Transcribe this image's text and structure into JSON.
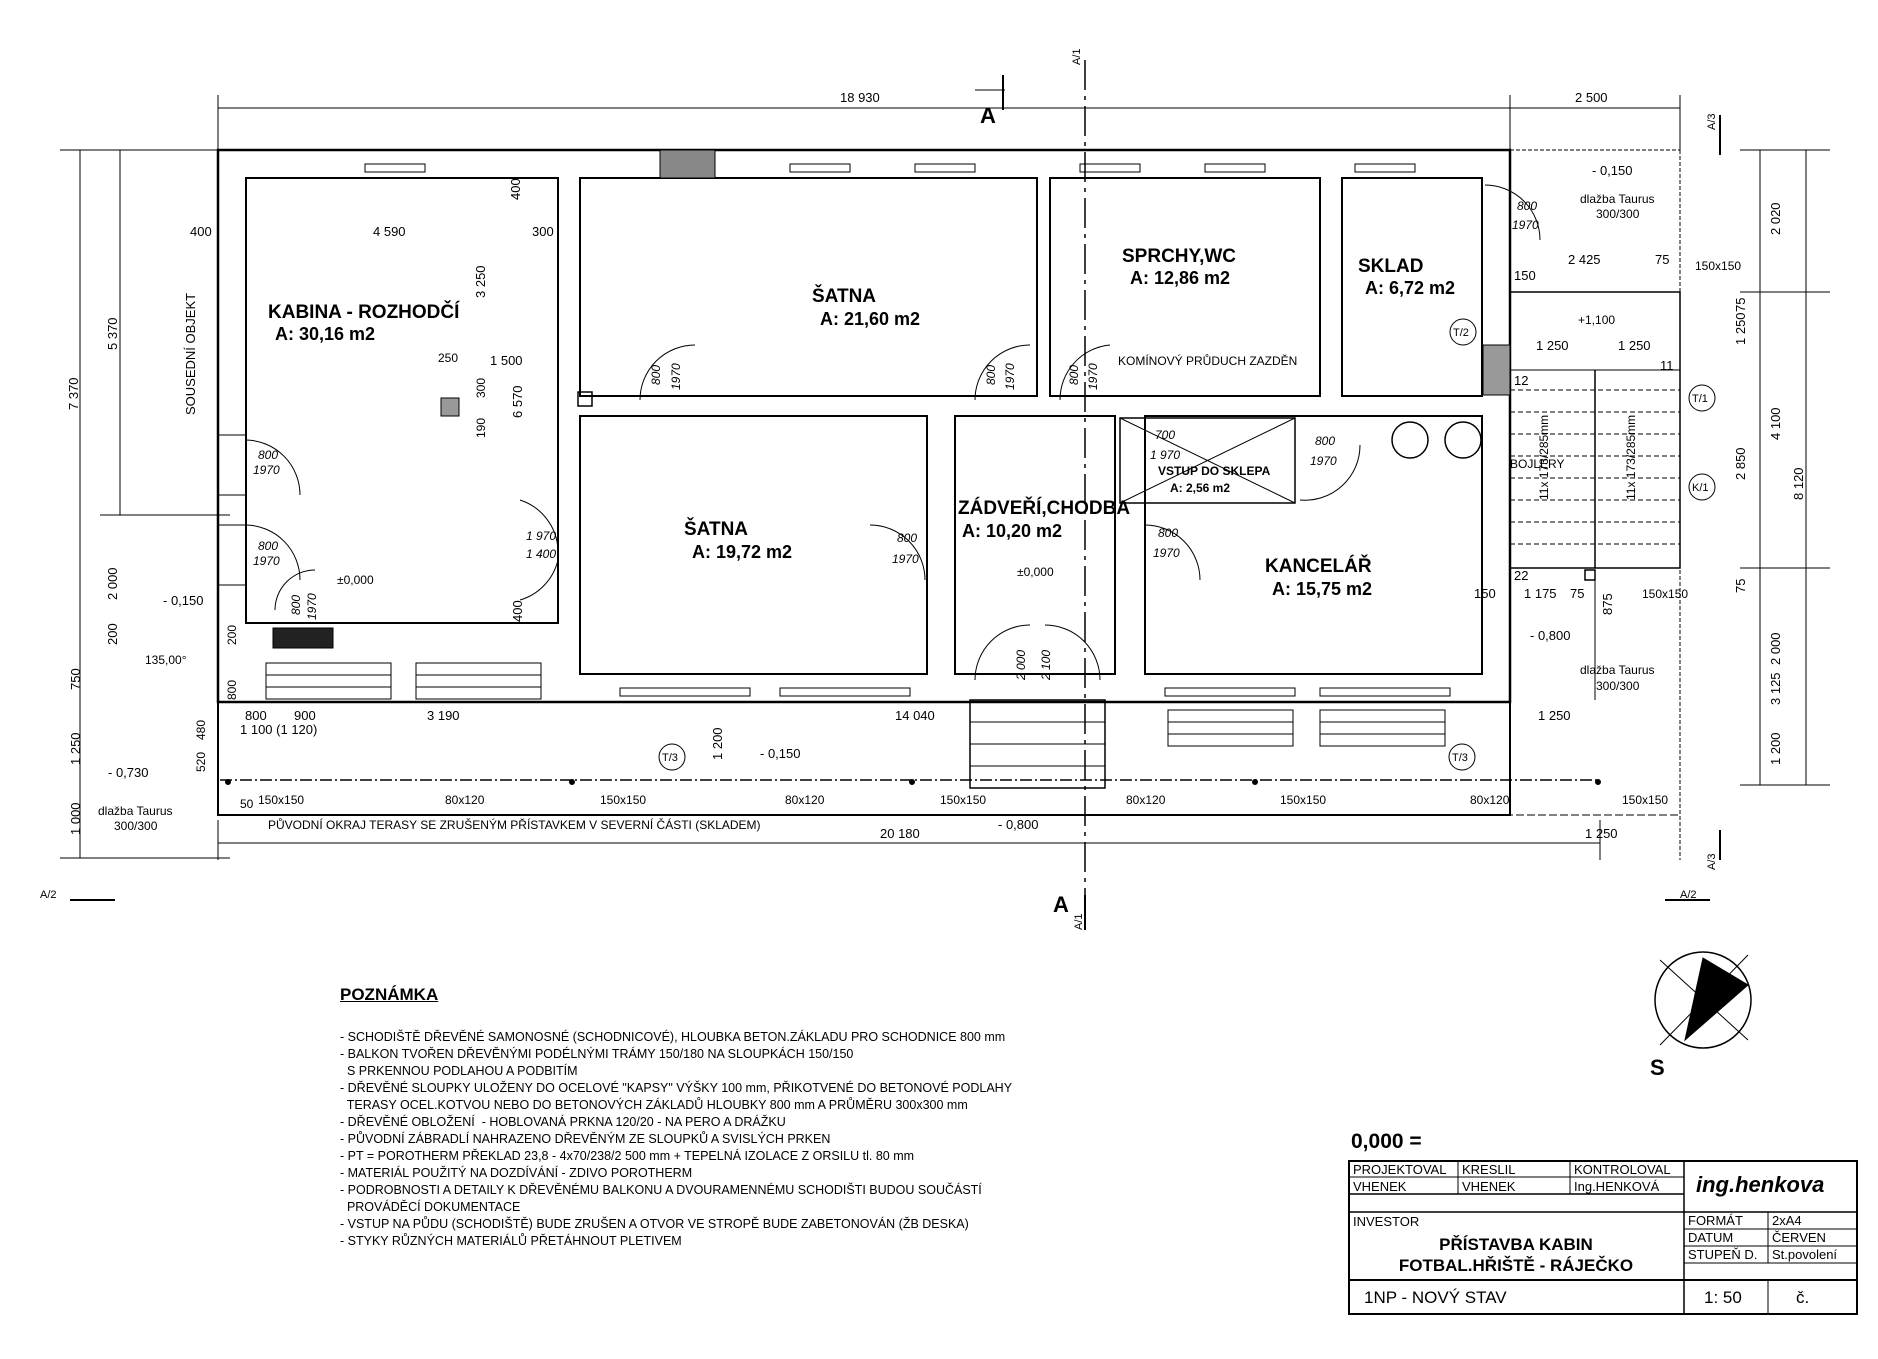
{
  "section_marks": {
    "a_top": "A",
    "a_bottom": "A",
    "a1_top": "A/1",
    "a1_bottom": "A/1",
    "a2_left": "A/2",
    "a2_right": "A/2",
    "a3_top": "A/3",
    "a3_bottom": "A/3"
  },
  "north_label": "S",
  "overall_dims": {
    "top_main": "18 930",
    "top_right": "2 500",
    "bottom_main": "20 180",
    "bottom_right": "1 250"
  },
  "left_dims": {
    "total": "7 370",
    "upper": "5 370",
    "lower": "2 000",
    "d200": "200",
    "d750": "750",
    "d1250": "1 250",
    "d1000": "1 000"
  },
  "right_dims": {
    "total": "8 120",
    "d2020": "2 020",
    "d4100": "4 100",
    "d1250": "1 250",
    "d2850": "2 850",
    "d75a": "75",
    "d75b": "75",
    "d2000": "2 000",
    "d3125": "3 125",
    "d1200": "1 200"
  },
  "sousedni": "SOUSEDNÍ OBJEKT",
  "rooms": [
    {
      "name": "KABINA - ROZHODČÍ",
      "area": "A: 30,16 m2"
    },
    {
      "name": "ŠATNA",
      "area": "A: 21,60 m2"
    },
    {
      "name": "SPRCHY,WC",
      "area": "A: 12,86 m2"
    },
    {
      "name": "SKLAD",
      "area": "A: 6,72 m2"
    },
    {
      "name": "ŠATNA",
      "area": "A: 19,72 m2"
    },
    {
      "name": "ZÁDVEŘÍ,CHODBA",
      "area": "A: 10,20 m2"
    },
    {
      "name": "KANCELÁŘ",
      "area": "A: 15,75 m2"
    },
    {
      "name": "VSTUP DO SKLEPA",
      "area": "A: 2,56 m2"
    }
  ],
  "labels": {
    "kominovy": "KOMÍNOVÝ PRŮDUCH ZAZDĚN",
    "bojlery": "BOJLERY",
    "puvodni": "PŮVODNÍ OKRAJ TERASY SE ZRUŠENÝM PŘÍSTAVKEM V SEVERNÍ ČÁSTI (SKLADEM)",
    "dlazba1": "dlažba Taurus",
    "dlazba1b": "300/300",
    "dlazba2": "dlažba Taurus",
    "dlazba2b": "300/300",
    "dlazba3": "dlažba Taurus",
    "dlazba3b": "300/300",
    "lvl_m015a": "- 0,150",
    "lvl_m015b": "- 0,150",
    "lvl_m015c": "- 0,150",
    "lvl_0a": "±0,000",
    "lvl_0b": "±0,000",
    "lvl_m073": "- 0,730",
    "lvl_m08a": "- 0,800",
    "lvl_m08b": "- 0,800",
    "lvl_p11": "+1,100",
    "t2": "T/2",
    "t3a": "T/3",
    "t3b": "T/3",
    "t1": "T/1",
    "k1": "K/1",
    "stair1": "11x 173/285mm",
    "stair2": "11x 173/285mm",
    "angle": "135,00°",
    "d150x150": "150x150",
    "d80x120": "80x120"
  },
  "interior_dims": {
    "d4590": "4 590",
    "d400a": "400",
    "d300": "300",
    "d3250": "3 250",
    "d400b": "400",
    "d250": "250",
    "d1500": "1 500",
    "d300b": "300",
    "d190": "190",
    "d6570": "6 570",
    "d400c": "400",
    "d2425": "2 425",
    "d75": "75",
    "d150": "150",
    "d1250a": "1 250",
    "d1250b": "1 250",
    "d12": "12",
    "d11": "11",
    "d22": "22",
    "d1175": "1 175",
    "d75b": "75",
    "d150b": "150",
    "d875": "875",
    "d800a": "800",
    "d900": "900",
    "d3190": "3 190",
    "d14040": "14 040",
    "d1250c": "1 250",
    "d1100": "1 100 (1 120)",
    "d520": "520",
    "d480": "480",
    "d800v": "800",
    "d1200v": "1 200",
    "d200v": "200",
    "d50": "50"
  },
  "doors": {
    "w800": "800",
    "h1970": "1970",
    "w700": "700",
    "h1970b": "1 970",
    "h1400": "1 400",
    "h2000": "2 000",
    "h2100": "2 100"
  },
  "note": {
    "title": "POZNÁMKA",
    "lines": [
      "- SCHODIŠTĚ DŘEVĚNÉ SAMONOSNÉ (SCHODNICOVÉ), HLOUBKA BETON.ZÁKLADU PRO SCHODNICE 800 mm",
      "- BALKON TVOŘEN DŘEVĚNÝMI PODÉLNÝMI TRÁMY 150/180 NA SLOUPKÁCH 150/150",
      "  S PRKENNOU PODLAHOU A PODBITÍM",
      "- DŘEVĚNÉ SLOUPKY ULOŽENY DO OCELOVÉ \"KAPSY\" VÝŠKY 100 mm, PŘIKOTVENÉ DO BETONOVÉ PODLAHY",
      "  TERASY OCEL.KOTVOU NEBO DO BETONOVÝCH ZÁKLADŮ HLOUBKY 800 mm A PRŮMĚRU 300x300 mm",
      "- DŘEVĚNÉ OBLOŽENÍ  - HOBLOVANÁ PRKNA 120/20 - NA PERO A DRÁŽKU",
      "- PŮVODNÍ ZÁBRADLÍ NAHRAZENO DŘEVĚNÝM ZE SLOUPKŮ A SVISLÝCH PRKEN",
      "- PT = POROTHERM PŘEKLAD 23,8 - 4x70/238/2 500 mm + TEPELNÁ IZOLACE Z ORSILU tl. 80 mm",
      "- MATERIÁL POUŽITÝ NA DOZDÍVÁNÍ - ZDIVO POROTHERM",
      "- PODROBNOSTI A DETAILY K DŘEVĚNÉMU BALKONU A DVOURAMENNÉMU SCHODIŠTI BUDOU SOUČÁSTÍ",
      "  PROVÁDĚCÍ DOKUMENTACE",
      "- VSTUP NA PŮDU (SCHODIŠTĚ) BUDE ZRUŠEN A OTVOR VE STROPĚ BUDE ZABETONOVÁN (ŽB DESKA)",
      "- STYKY RŮZNÝCH MATERIÁLŮ PŘETÁHNOUT PLETIVEM"
    ]
  },
  "titleblock": {
    "zero": "0,000 =",
    "projektoval_h": "PROJEKTOVAL",
    "projektoval_v": "VHENEK",
    "kreslil_h": "KRESLIL",
    "kreslil_v": "VHENEK",
    "kontroloval_h": "KONTROLOVAL",
    "kontroloval_v": "Ing.HENKOVÁ",
    "logo": "ing.henkova",
    "investor": "INVESTOR",
    "project1": "PŘÍSTAVBA KABIN",
    "project2": "FOTBAL.HŘIŠTĚ - RÁJEČKO",
    "format_h": "FORMÁT",
    "format_v": "2xA4",
    "datum_h": "DATUM",
    "datum_v": "ČERVEN",
    "stupen_h": "STUPEŇ D.",
    "stupen_v": "St.povolení",
    "drawing": "1NP - NOVÝ STAV",
    "scale": "1: 50",
    "cislo": "č."
  }
}
